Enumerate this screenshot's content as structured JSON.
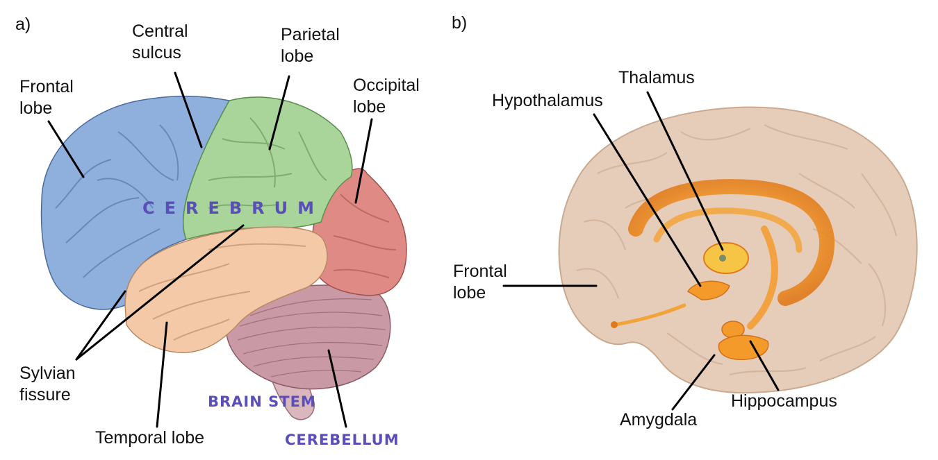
{
  "panel_a": {
    "panel_label": "a)",
    "labels": {
      "central_sulcus": [
        "Central",
        "sulcus"
      ],
      "parietal_lobe": [
        "Parietal",
        "lobe"
      ],
      "frontal_lobe": [
        "Frontal",
        "lobe"
      ],
      "occipital_lobe": [
        "Occipital",
        "lobe"
      ],
      "cerebrum": "CEREBRUM",
      "sylvian_fissure": [
        "Sylvian",
        "fissure"
      ],
      "temporal_lobe": "Temporal lobe",
      "brain_stem": "BRAIN STEM",
      "cerebellum": "CEREBELLUM"
    },
    "colors": {
      "frontal": "#8fb0dc",
      "parietal": "#a9d49a",
      "occipital": "#e08a86",
      "temporal": "#f3c9a8",
      "cerebellum": "#c99aa6",
      "brainstem": "#d9b7bd",
      "label_accent": "#5a4fb8"
    }
  },
  "panel_b": {
    "panel_label": "b)",
    "labels": {
      "thalamus": "Thalamus",
      "hypothalamus": "Hypothalamus",
      "frontal_lobe": [
        "Frontal",
        "lobe"
      ],
      "amygdala": "Amygdala",
      "hippocampus": "Hippocampus"
    },
    "colors": {
      "brain": "#e6cdb9",
      "limbic": "#f39a2a"
    }
  }
}
